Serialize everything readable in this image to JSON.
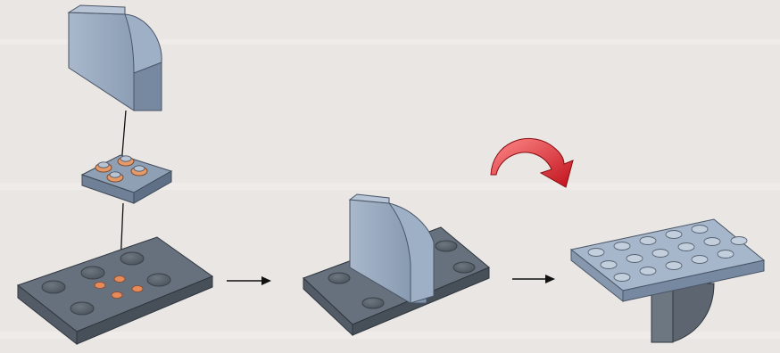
{
  "instruction": {
    "steps": [
      {
        "parts": [
          "curved-slope-brick",
          "2x2-plate",
          "4x6-inverted-base-plate"
        ]
      },
      {
        "result": "slope-attached-to-base-plate"
      },
      {
        "result": "assembly-flipped-over"
      }
    ],
    "icons": [
      "right-arrow-icon",
      "right-arrow-icon",
      "flip-over-icon"
    ],
    "colors": {
      "part_blue_grey": "#8fa2ba",
      "part_dark_grey": "#5d6670",
      "highlight_orange": "#e58a5a",
      "flip_arrow_red": "#d81e1e",
      "background": "#e9e6e3"
    }
  }
}
